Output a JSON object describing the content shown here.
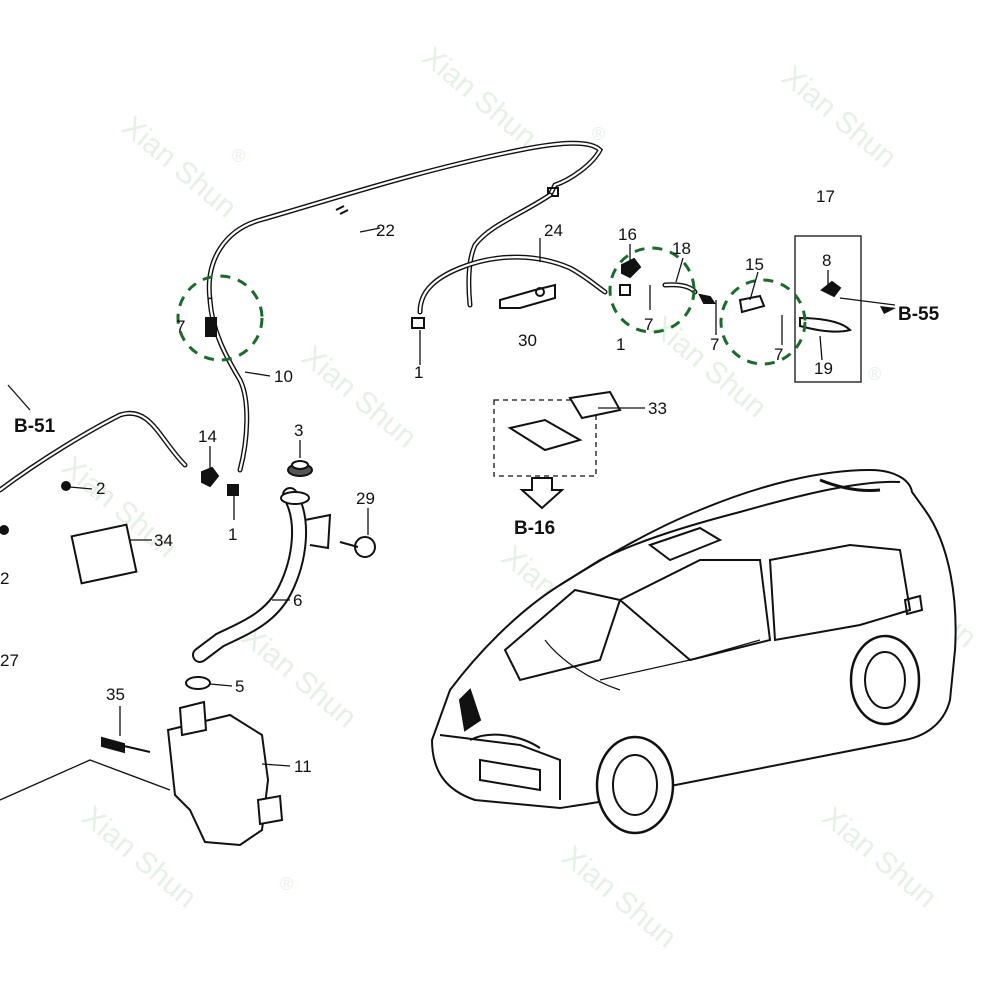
{
  "watermark": {
    "brand_en": "Xian Shun",
    "mark": "®",
    "color": "#cfe7cf"
  },
  "highlight_color": "#1a6b2a",
  "refs": {
    "b51": "B-51",
    "b55": "B-55",
    "b16": "B-16"
  },
  "callouts": {
    "c1a": "1",
    "c1b": "1",
    "c1c": "1",
    "c2a": "2",
    "c2b": "2",
    "c3": "3",
    "c5": "5",
    "c6": "6",
    "c7a": "7",
    "c7b": "7",
    "c7c": "7",
    "c7d": "7",
    "c8": "8",
    "c10": "10",
    "c11": "11",
    "c14": "14",
    "c15": "15",
    "c16": "16",
    "c17": "17",
    "c18": "18",
    "c19": "19",
    "c22": "22",
    "c24": "24",
    "c27": "27",
    "c29": "29",
    "c30": "30",
    "c33": "33",
    "c34": "34",
    "c35": "35"
  }
}
